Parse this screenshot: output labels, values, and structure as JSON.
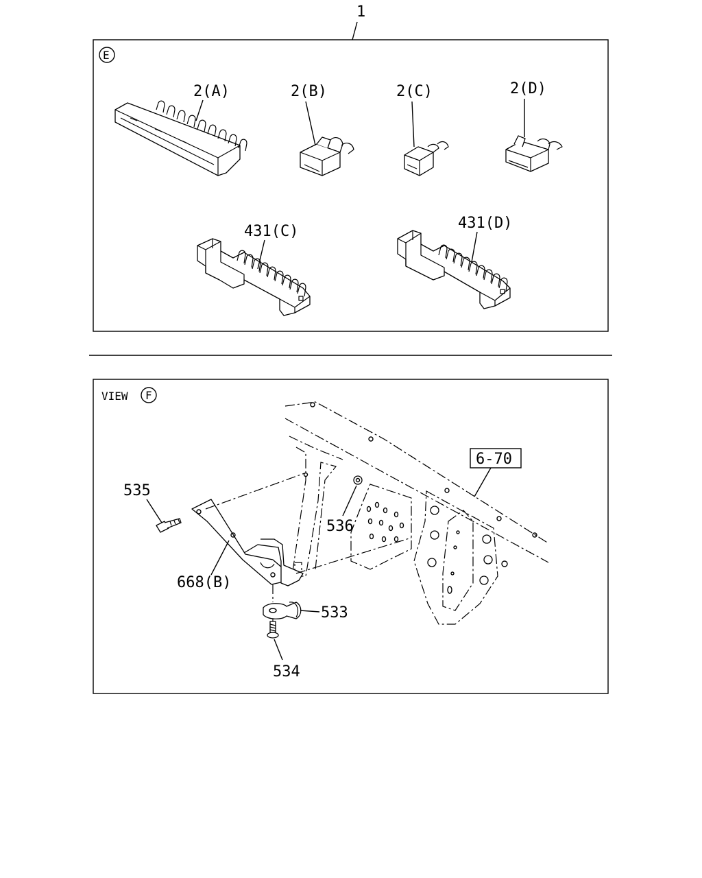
{
  "top_callout": "1",
  "panel_e": {
    "view_marker": "E",
    "labels": {
      "part_2a": "2(A)",
      "part_2b": "2(B)",
      "part_2c": "2(C)",
      "part_2d": "2(D)",
      "part_431c": "431(C)",
      "part_431d": "431(D)"
    }
  },
  "panel_f": {
    "view_text": "VIEW",
    "view_marker": "F",
    "labels": {
      "part_535": "535",
      "part_536": "536",
      "part_668b": "668(B)",
      "part_533": "533",
      "part_534": "534",
      "ref_6_70": "6-70"
    }
  }
}
